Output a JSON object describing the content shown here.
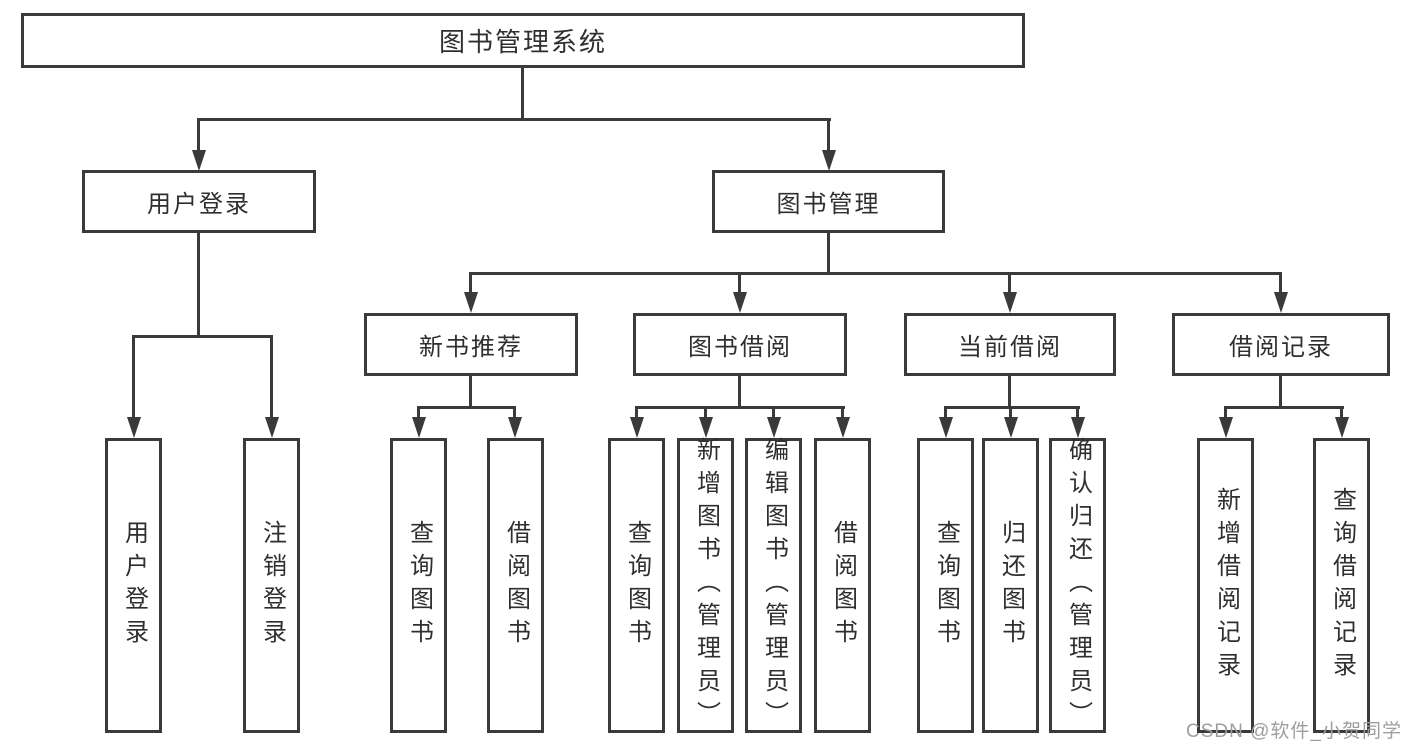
{
  "nodes": {
    "root": "图书管理系统",
    "user_login": "用户登录",
    "book_mgmt": "图书管理",
    "new_book": "新书推荐",
    "book_borrow": "图书借阅",
    "current_borrow": "当前借阅",
    "borrow_records": "借阅记录",
    "leaf_user_login": "用户登录",
    "leaf_logout": "注销登录",
    "leaf_nb_query": "查询图书",
    "leaf_nb_borrow": "借阅图书",
    "leaf_bb_query": "查询图书",
    "leaf_bb_add": "新增图书（管理员）",
    "leaf_bb_edit": "编辑图书（管理员）",
    "leaf_bb_borrow": "借阅图书",
    "leaf_cb_query": "查询图书",
    "leaf_cb_return": "归还图书",
    "leaf_cb_confirm": "确认归还（管理员）",
    "leaf_br_add": "新增借阅记录",
    "leaf_br_query": "查询借阅记录"
  },
  "watermark": "CSDN @软件_小贺同学",
  "colors": {
    "line": "#3a3a3a",
    "text": "#2f2f2f",
    "watermark": "#9e9e9e",
    "background": "#ffffff"
  }
}
